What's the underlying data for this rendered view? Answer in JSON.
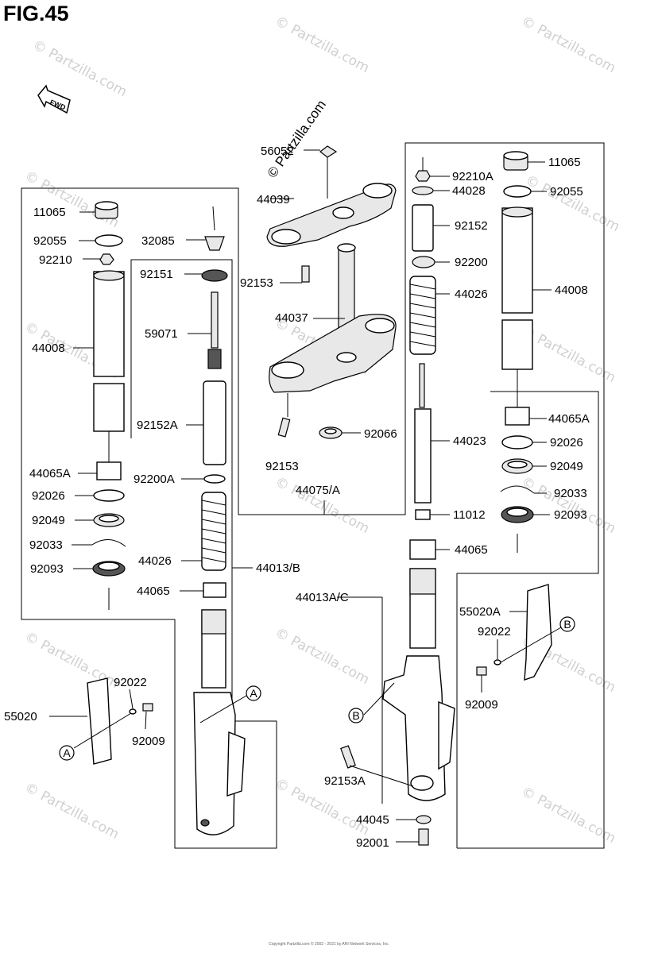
{
  "figure_title": "FIG.45",
  "watermark": "© Partzilla.com",
  "direction_badge": "FWD",
  "footer_copyright": "Copyright Partzilla.com © 2002 - 2021 by ARI Network Services, Inc.",
  "callouts": {
    "a": "A",
    "b": "B"
  },
  "labels": {
    "l56052": "56052",
    "l44039": "44039",
    "l92153_top": "92153",
    "l44037": "44037",
    "l92066": "92066",
    "l92153_bot": "92153",
    "l44075A": "44075/A",
    "l32085": "32085",
    "l11065_left": "11065",
    "l92055_left": "92055",
    "l92210": "92210",
    "l44008_left": "44008",
    "l44065A_left": "44065A",
    "l92026_left": "92026",
    "l92049_left": "92049",
    "l92033_left": "92033",
    "l92093_left": "92093",
    "l92151": "92151",
    "l59071": "59071",
    "l92152A": "92152A",
    "l92200A": "92200A",
    "l44026_left": "44026",
    "l44065_left": "44065",
    "l44013B": "44013/B",
    "l55020": "55020",
    "l92022_left": "92022",
    "l92009_left": "92009",
    "l92210A": "92210A",
    "l44028": "44028",
    "l92152": "92152",
    "l92200": "92200",
    "l44026_right": "44026",
    "l44023": "44023",
    "l11012": "11012",
    "l44065_right": "44065",
    "l44013AC": "44013A/C",
    "l11065_right": "11065",
    "l92055_right": "92055",
    "l44008_right": "44008",
    "l44065A_right": "44065A",
    "l92026_right": "92026",
    "l92049_right": "92049",
    "l92033_right": "92033",
    "l92093_right": "92093",
    "l55020A": "55020A",
    "l92022_right": "92022",
    "l92009_right": "92009",
    "l92153A": "92153A",
    "l44045": "44045",
    "l92001": "92001"
  }
}
